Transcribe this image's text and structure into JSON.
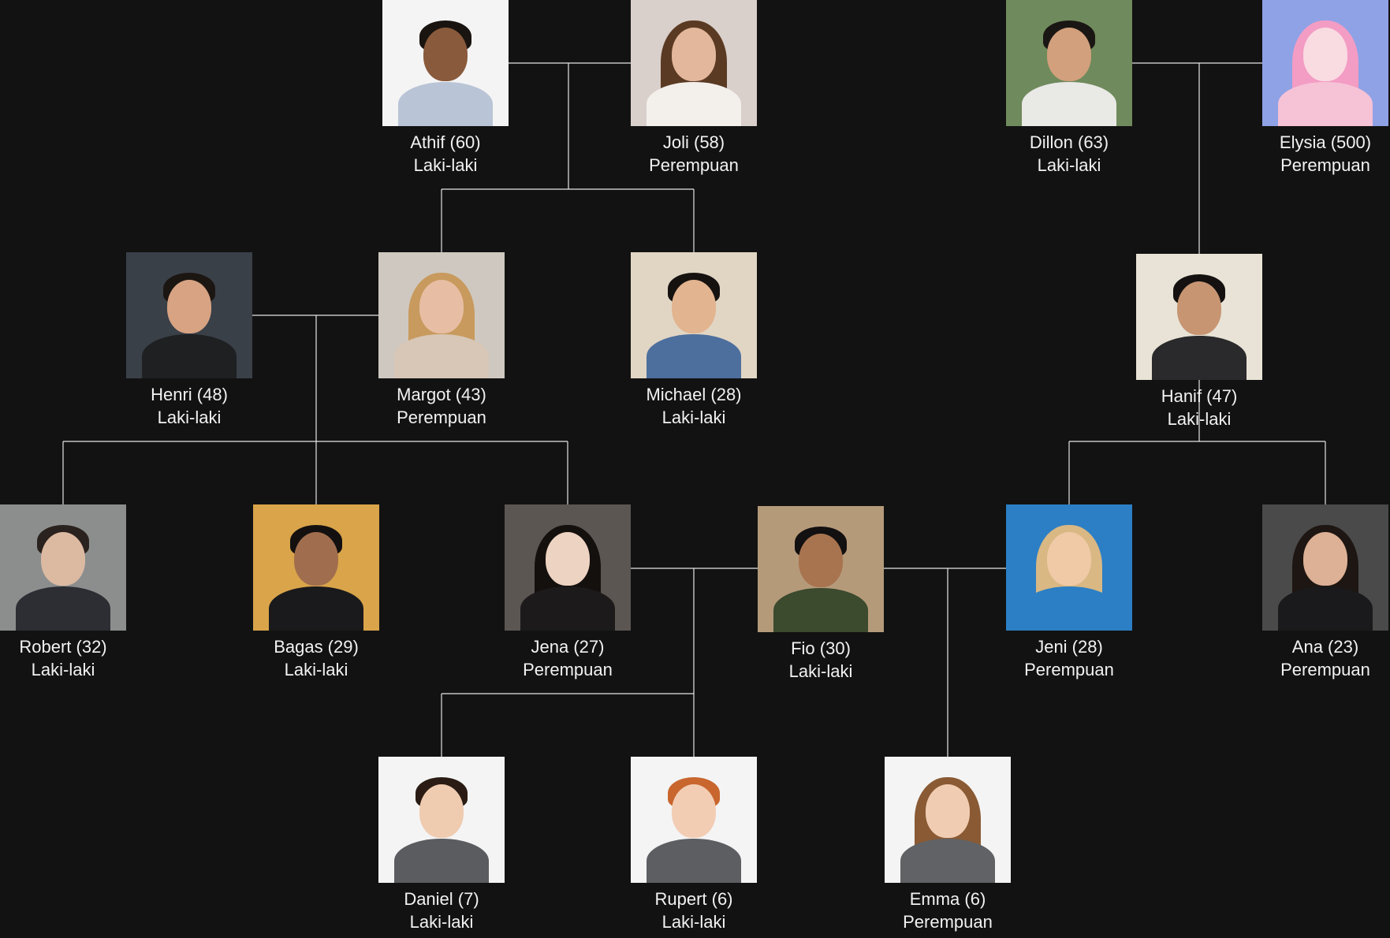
{
  "people": [
    {
      "id": "athif",
      "name": "Athif (60)",
      "gender": "Laki-laki",
      "photo": {
        "bg": "#f4f4f4",
        "skin": "#8a5a3c",
        "hair": "#1a1410",
        "shirt": "#b9c4d6",
        "long": false
      }
    },
    {
      "id": "joli",
      "name": "Joli (58)",
      "gender": "Perempuan",
      "photo": {
        "bg": "#d9cfcb",
        "skin": "#e3b79c",
        "hair": "#5a3a22",
        "shirt": "#f3f0ec",
        "long": true
      }
    },
    {
      "id": "dillon",
      "name": "Dillon (63)",
      "gender": "Laki-laki",
      "photo": {
        "bg": "#6f8a5c",
        "skin": "#d2a07c",
        "hair": "#1a1614",
        "shirt": "#e9e9e6",
        "long": false
      }
    },
    {
      "id": "elysia",
      "name": "Elysia (500)",
      "gender": "Perempuan",
      "photo": {
        "bg": "#8fa2e6",
        "skin": "#f9dbe2",
        "hair": "#f39cc4",
        "shirt": "#f6c2d6",
        "long": true
      }
    },
    {
      "id": "henri",
      "name": "Henri (48)",
      "gender": "Laki-laki",
      "photo": {
        "bg": "#3a4048",
        "skin": "#d7a383",
        "hair": "#1c1612",
        "shirt": "#1e2022",
        "long": false
      }
    },
    {
      "id": "margot",
      "name": "Margot (43)",
      "gender": "Perempuan",
      "photo": {
        "bg": "#cfc8c0",
        "skin": "#e7bea4",
        "hair": "#c89a5e",
        "shirt": "#d8c7b6",
        "long": true
      }
    },
    {
      "id": "michael",
      "name": "Michael (28)",
      "gender": "Laki-laki",
      "photo": {
        "bg": "#e1d6c4",
        "skin": "#e2b48f",
        "hair": "#161210",
        "shirt": "#4d6f9d",
        "long": false
      }
    },
    {
      "id": "hanif",
      "name": "Hanif (47)",
      "gender": "Laki-laki",
      "photo": {
        "bg": "#e8e3d6",
        "skin": "#c79572",
        "hair": "#141110",
        "shirt": "#2a2a2c",
        "long": false
      }
    },
    {
      "id": "robert",
      "name": "Robert (32)",
      "gender": "Laki-laki",
      "photo": {
        "bg": "#8c8e8e",
        "skin": "#dcbaa2",
        "hair": "#2a221e",
        "shirt": "#2c2e34",
        "long": false
      }
    },
    {
      "id": "bagas",
      "name": "Bagas (29)",
      "gender": "Laki-laki",
      "photo": {
        "bg": "#d9a44a",
        "skin": "#a06e4e",
        "hair": "#141010",
        "shirt": "#1a1a1c",
        "long": false
      }
    },
    {
      "id": "jena",
      "name": "Jena (27)",
      "gender": "Perempuan",
      "photo": {
        "bg": "#5c5652",
        "skin": "#edd3c2",
        "hair": "#14100e",
        "shirt": "#1c1a1a",
        "long": true
      }
    },
    {
      "id": "fio",
      "name": "Fio (30)",
      "gender": "Laki-laki",
      "photo": {
        "bg": "#b59a7a",
        "skin": "#a8744f",
        "hair": "#121010",
        "shirt": "#3c4a2e",
        "long": false
      }
    },
    {
      "id": "jeni",
      "name": "Jeni (28)",
      "gender": "Perempuan",
      "photo": {
        "bg": "#2c7fc4",
        "skin": "#f0c9a6",
        "hair": "#d9b884",
        "shirt": "#2c7fc4",
        "long": true
      }
    },
    {
      "id": "ana",
      "name": "Ana (23)",
      "gender": "Perempuan",
      "photo": {
        "bg": "#4a4a4a",
        "skin": "#ddb196",
        "hair": "#1e1612",
        "shirt": "#1a1a1c",
        "long": true
      }
    },
    {
      "id": "daniel",
      "name": "Daniel (7)",
      "gender": "Laki-laki",
      "photo": {
        "bg": "#f4f4f4",
        "skin": "#efcbb0",
        "hair": "#2a1c14",
        "shirt": "#5a5c60",
        "long": false
      }
    },
    {
      "id": "rupert",
      "name": "Rupert (6)",
      "gender": "Laki-laki",
      "photo": {
        "bg": "#f4f4f4",
        "skin": "#f2cdb4",
        "hair": "#c8662e",
        "shirt": "#5c5e62",
        "long": false
      }
    },
    {
      "id": "emma",
      "name": "Emma (6)",
      "gender": "Perempuan",
      "photo": {
        "bg": "#f4f4f4",
        "skin": "#f0cdb2",
        "hair": "#8a5a34",
        "shirt": "#606266",
        "long": true
      }
    }
  ]
}
